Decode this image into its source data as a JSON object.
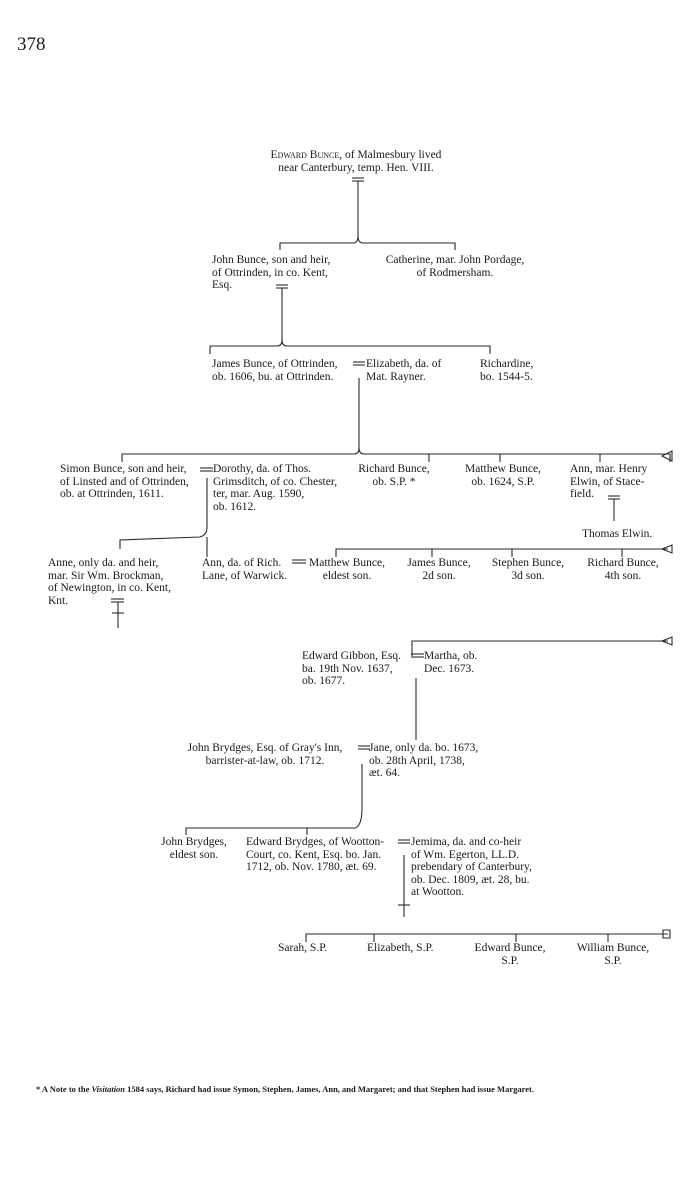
{
  "page_number": "378",
  "people": {
    "edward_bunce": {
      "name": "Edward Bunce",
      "line1": ", of Malmesbury lived",
      "line2": "near Canterbury, temp. Hen. VIII."
    },
    "john_bunce": {
      "line1": "John Bunce, son and heir,",
      "line2": "of Ottrinden, in co. Kent,",
      "line3": "Esq."
    },
    "catherine": {
      "line1": "Catherine, mar. John Pordage,",
      "line2": "of Rodmersham."
    },
    "james_bunce": {
      "line1": "James Bunce, of Ottrinden,",
      "line2": "ob. 1606, bu. at Ottrinden."
    },
    "elizabeth_rayner": {
      "line1": "Elizabeth, da. of",
      "line2": "Mat. Rayner."
    },
    "richardine": {
      "line1": "Richardine,",
      "line2": "bo. 1544-5."
    },
    "simon_bunce": {
      "line1": "Simon Bunce, son and heir,",
      "line2": "of Linsted and of Ottrinden,",
      "line3": "ob. at Ottrinden, 1611."
    },
    "dorothy": {
      "line1": "Dorothy, da. of Thos.",
      "line2": "Grimsditch, of co. Chester,",
      "line3": "ter, mar. Aug. 1590,",
      "line4": "ob. 1612."
    },
    "richard_bunce": {
      "line1": "Richard Bunce,",
      "line2": "ob. S.P. *"
    },
    "matthew_bunce_1624": {
      "line1": "Matthew Bunce,",
      "line2": "ob. 1624, S.P."
    },
    "ann_elwin": {
      "line1": "Ann, mar. Henry",
      "line2": "Elwin, of Stace-",
      "line3": "field."
    },
    "thomas_elwin": {
      "line1": "Thomas Elwin."
    },
    "anne_brockman": {
      "line1": "Anne, only da. and heir,",
      "line2": "mar. Sir Wm. Brockman,",
      "line3": "of Newington, in co. Kent,",
      "line4": "Knt."
    },
    "ann_lane": {
      "line1": "Ann, da. of Rich.",
      "line2": "Lane, of Warwick."
    },
    "matthew_bunce_eldest": {
      "line1": "Matthew Bunce,",
      "line2": "eldest son."
    },
    "james_bunce_2": {
      "line1": "James Bunce,",
      "line2": "2d son."
    },
    "stephen_bunce": {
      "line1": "Stephen Bunce,",
      "line2": "3d son."
    },
    "richard_bunce_4": {
      "line1": "Richard Bunce,",
      "line2": "4th son."
    },
    "edward_gibbon": {
      "line1": "Edward Gibbon, Esq.",
      "line2": "ba. 19th Nov. 1637,",
      "line3": "ob. 1677."
    },
    "martha": {
      "line1": "Martha, ob.",
      "line2": "Dec. 1673."
    },
    "john_brydges_grays": {
      "line1": "John Brydges, Esq. of Gray's Inn,",
      "line2": "barrister-at-law, ob. 1712."
    },
    "jane": {
      "line1": "Jane, only da. bo. 1673,",
      "line2": "ob. 28th April, 1738,",
      "line3": "æt. 64."
    },
    "john_brydges_eldest": {
      "line1": "John Brydges,",
      "line2": "eldest son."
    },
    "edward_brydges": {
      "line1": "Edward Brydges, of Wootton-",
      "line2": "Court, co. Kent, Esq. bo. Jan.",
      "line3": "1712, ob. Nov. 1780, æt. 69."
    },
    "jemima": {
      "line1": "Jemima, da. and co-heir",
      "line2": "of Wm. Egerton, LL.D.",
      "line3": "prebendary of Canterbury,",
      "line4": "ob. Dec. 1809, æt. 28, bu.",
      "line5": "at Wootton."
    },
    "sarah": {
      "line1": "Sarah, S.P."
    },
    "elizabeth_sp": {
      "line1": "Elizabeth, S.P."
    },
    "edward_bunce_sp": {
      "line1": "Edward Bunce,",
      "line2": "S.P."
    },
    "william_bunce": {
      "line1": "William Bunce,",
      "line2": "S.P."
    }
  },
  "footnote": {
    "prefix": "* A Note to the ",
    "italic": "Visitation",
    "rest": " 1584 says, Richard had issue Symon, Stephen, James, Ann, and Margaret; and that Stephen had issue Margaret."
  }
}
